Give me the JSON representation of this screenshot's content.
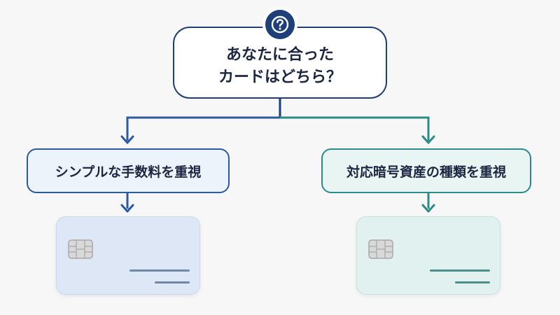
{
  "question": {
    "line1": "あなたに合った",
    "line2": "カードはどちら？",
    "icon": "question-mark-icon"
  },
  "options": {
    "left": "シンプルな手数料を重視",
    "right": "対応暗号資産の種類を重視"
  },
  "colors": {
    "navy": "#1e3f7a",
    "blue": "#2b5a9e",
    "teal": "#2a8c87",
    "left_card": "#dde7f6",
    "right_card": "#e1f1ef"
  }
}
